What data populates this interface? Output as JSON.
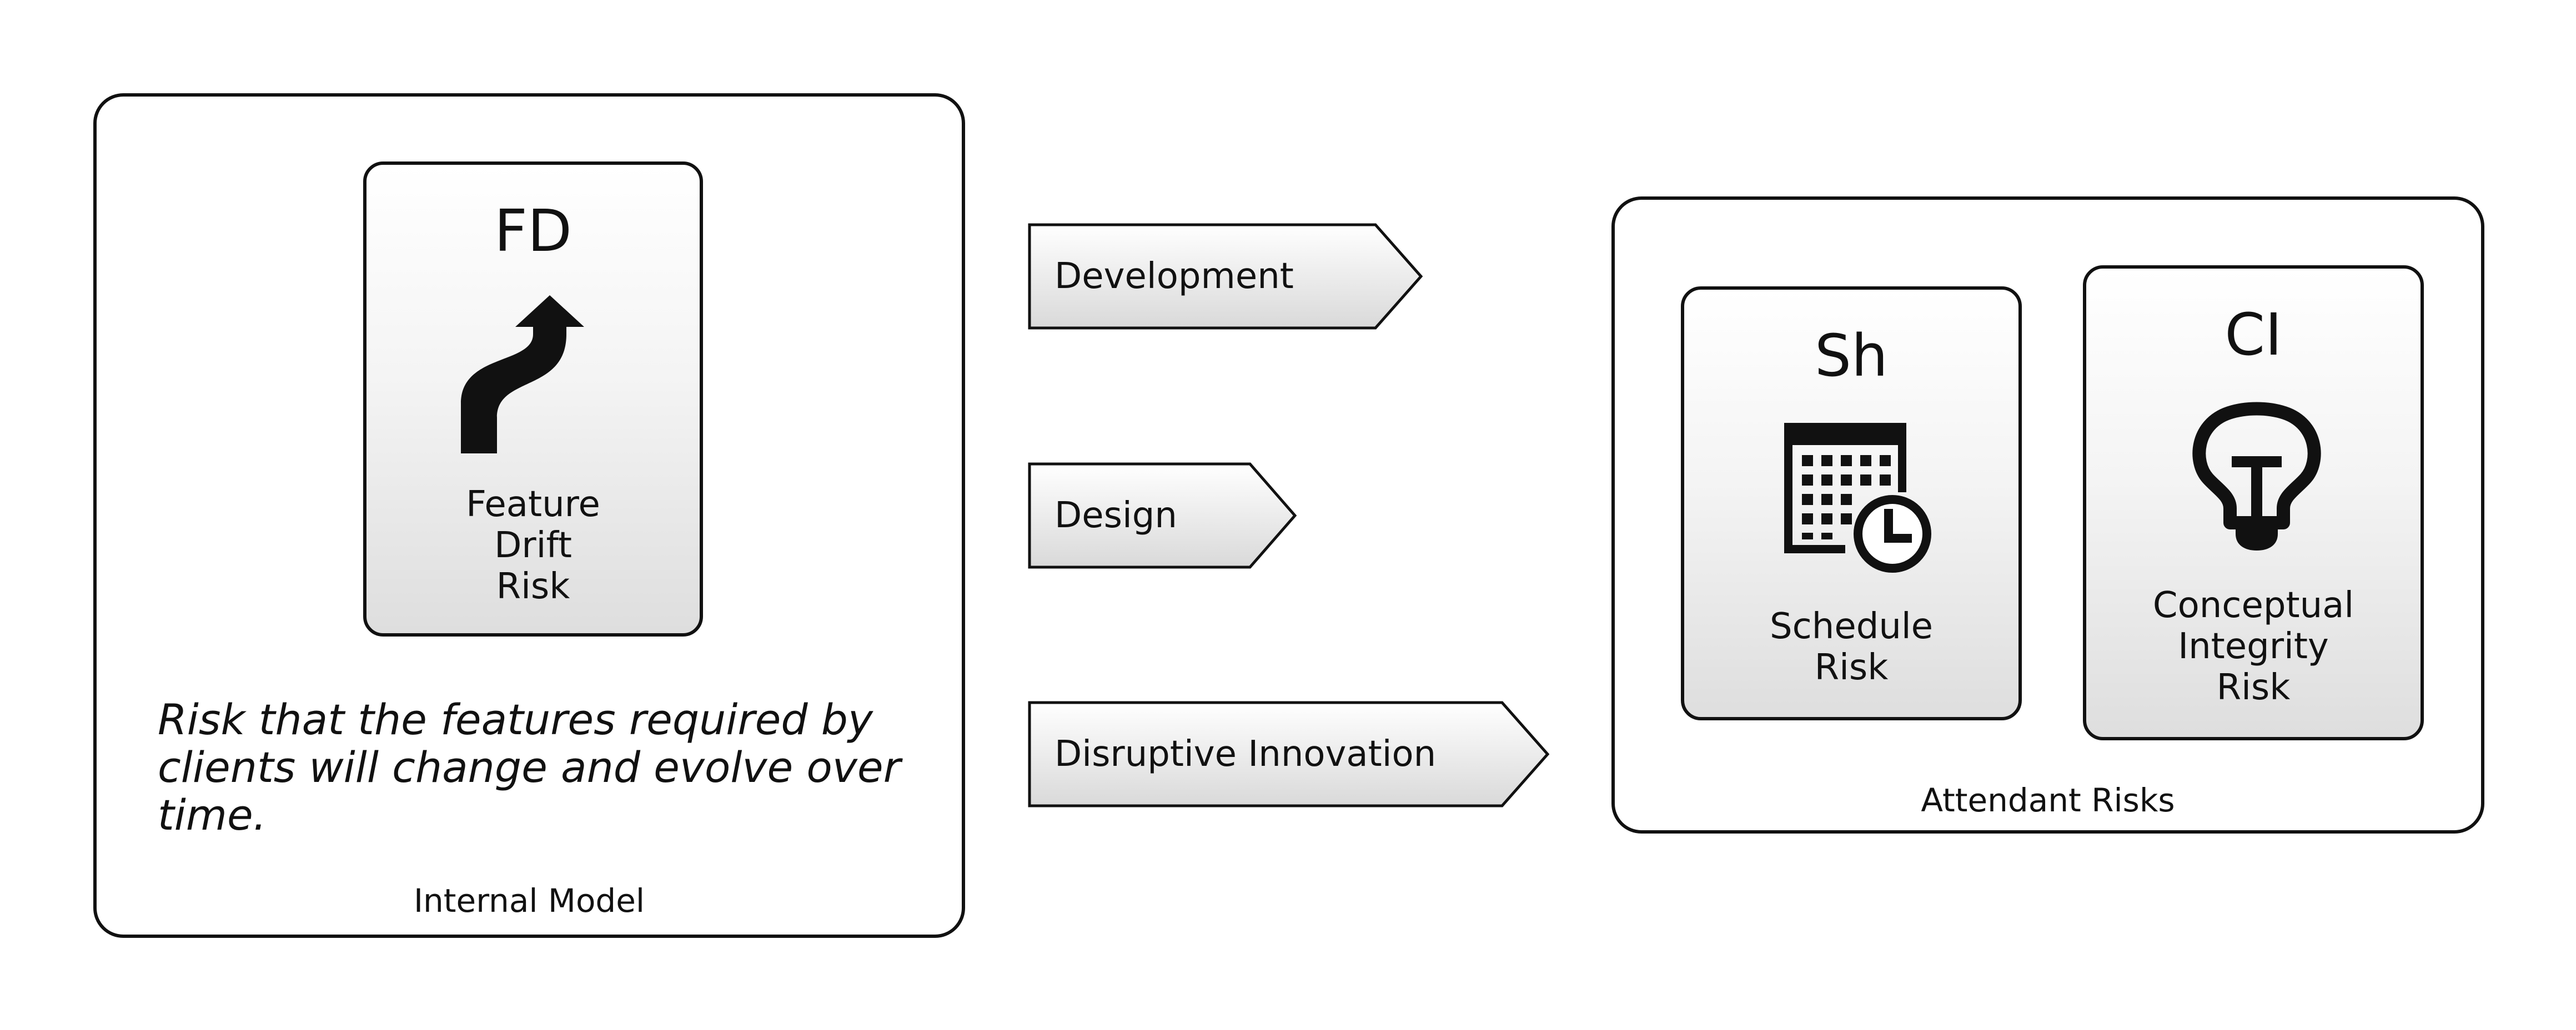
{
  "internal_model": {
    "caption": "Internal Model",
    "card": {
      "abbr": "FD",
      "icon": "curved-up-arrow-icon",
      "label_lines": [
        "Feature",
        "Drift",
        "Risk"
      ]
    },
    "description": "Risk that the features required by clients will change and evolve over time."
  },
  "arrows": [
    {
      "label": "Development"
    },
    {
      "label": "Design"
    },
    {
      "label": "Disruptive Innovation"
    }
  ],
  "attendant_risks": {
    "caption": "Attendant Risks",
    "cards": [
      {
        "abbr": "Sh",
        "icon": "calendar-clock-icon",
        "label_lines": [
          "Schedule",
          "Risk"
        ]
      },
      {
        "abbr": "CI",
        "icon": "lightbulb-icon",
        "label_lines": [
          "Conceptual",
          "Integrity",
          "Risk"
        ]
      }
    ]
  }
}
